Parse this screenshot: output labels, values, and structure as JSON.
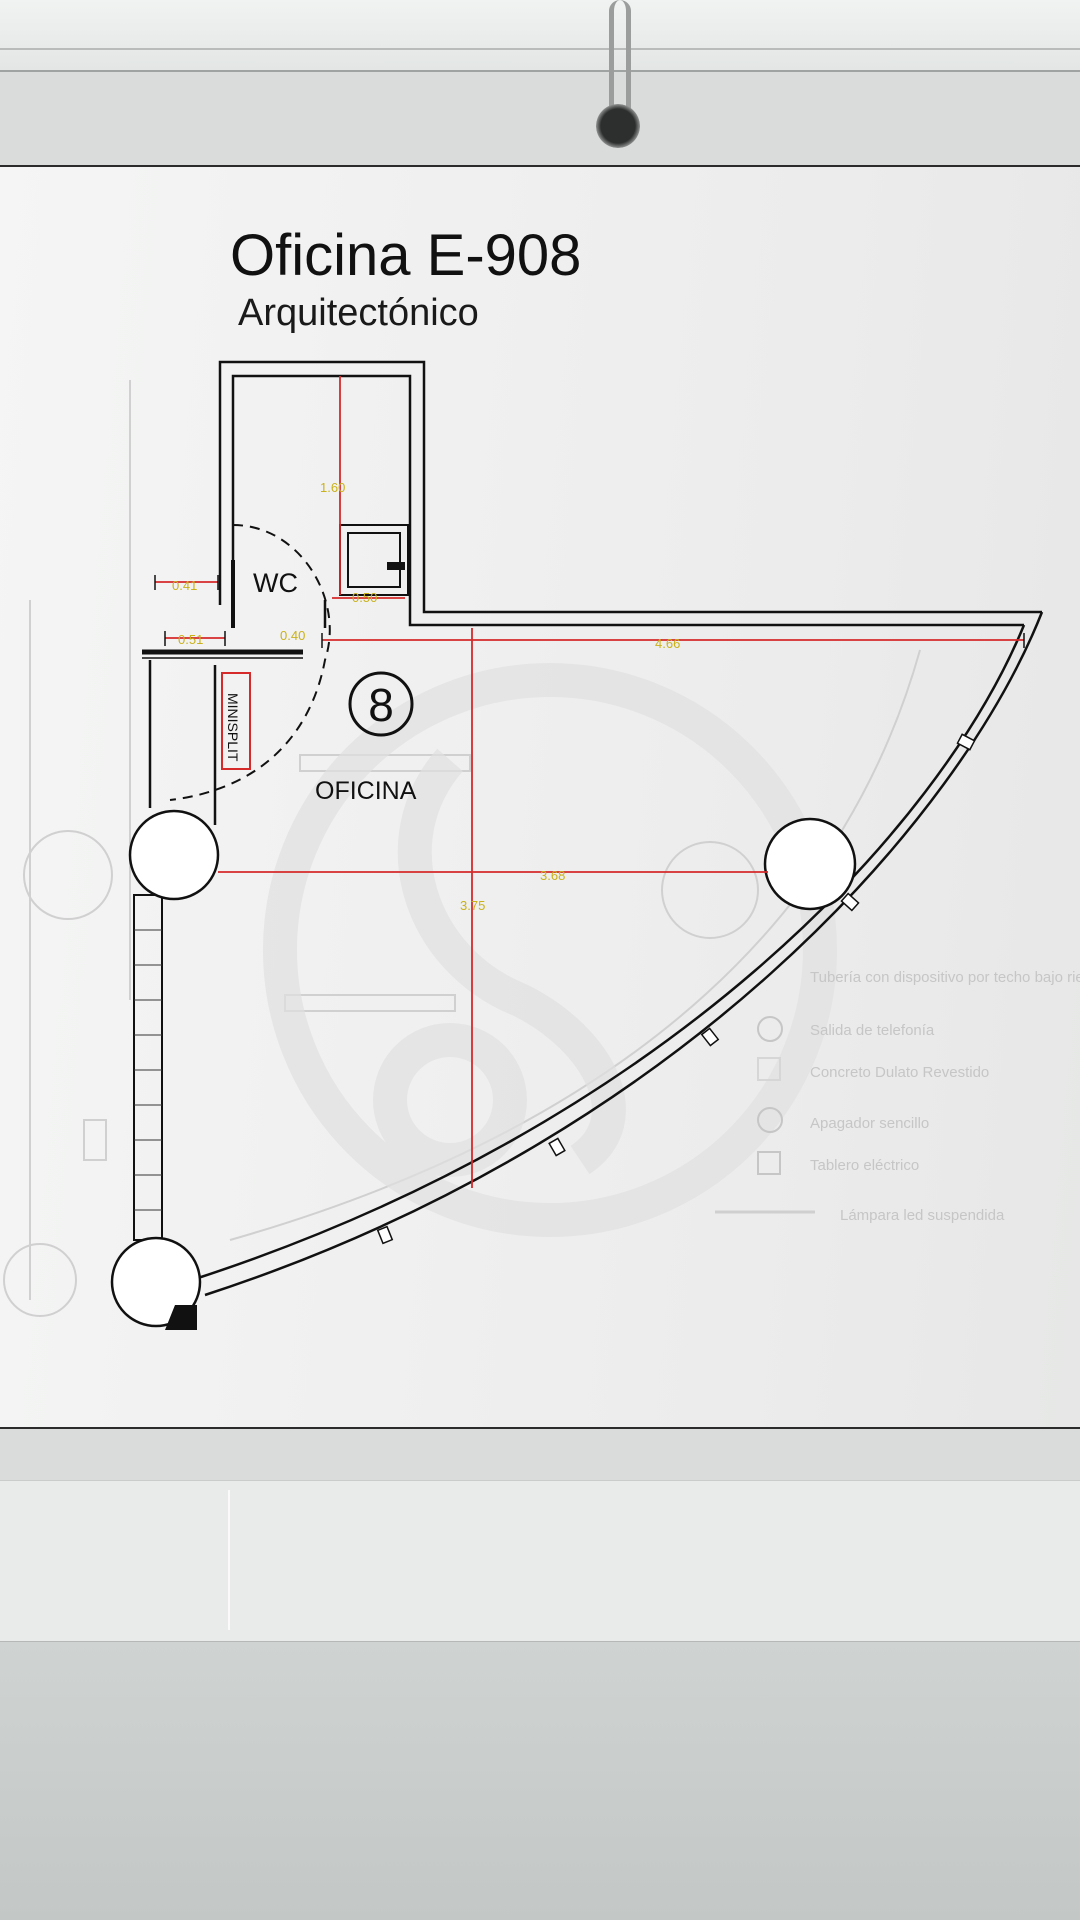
{
  "sheet": {
    "title": "Oficina E-908",
    "subtitle": "Arquitectónico"
  },
  "rooms": {
    "wc_label": "WC",
    "office_label": "OFICINA",
    "office_number": "8",
    "shaft_label": "MINISPLIT"
  },
  "dimensions": {
    "wc_height": "1.60",
    "wc_left_a": "0.41",
    "wc_left_b": "0.51",
    "wc_fixture": "0.50",
    "door_gap": "0.40",
    "top_width": "4.66",
    "mid_width": "3.68",
    "office_height": "3.75"
  },
  "legend": {
    "items": [
      "Tubería con dispositivo por techo bajo rieles",
      "Salida de telefonía",
      "Concreto Dulato Revestido",
      "Apagador sencillo",
      "Tablero eléctrico",
      "Lámpara led suspendida"
    ]
  },
  "colors": {
    "wall": "#111111",
    "dimension_line": "#d62a2a",
    "dimension_text": "#c9b21c",
    "ghost": "#c8c8c8"
  }
}
